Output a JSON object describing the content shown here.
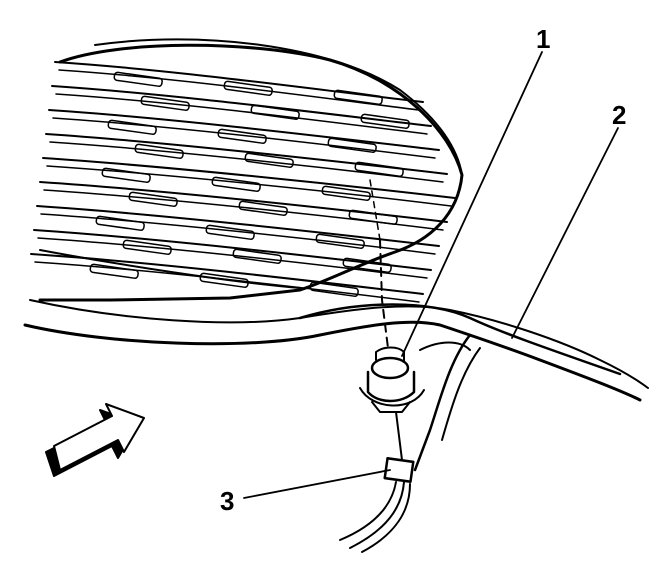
{
  "callouts": [
    {
      "id": "1",
      "label": "1"
    },
    {
      "id": "2",
      "label": "2"
    },
    {
      "id": "3",
      "label": "3"
    }
  ],
  "icons": [
    "direction-arrow-icon"
  ],
  "colors": {
    "line": "#000000",
    "background": "#ffffff"
  }
}
